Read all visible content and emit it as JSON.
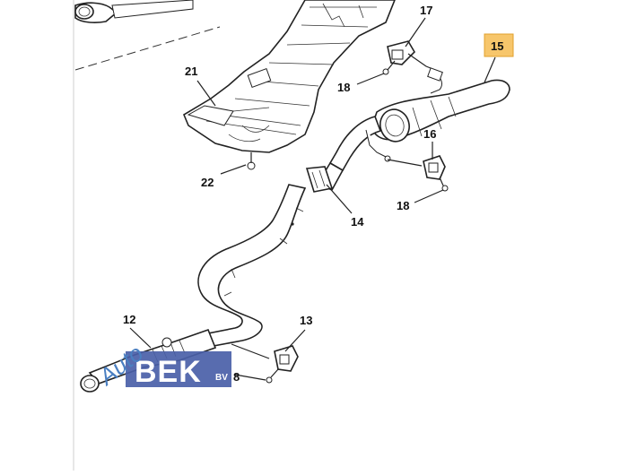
{
  "diagram": {
    "callouts": [
      {
        "id": "c17",
        "label": "17"
      },
      {
        "id": "c15",
        "label": "15"
      },
      {
        "id": "c21",
        "label": "21"
      },
      {
        "id": "c18a",
        "label": "18"
      },
      {
        "id": "c16",
        "label": "16"
      },
      {
        "id": "c22",
        "label": "22"
      },
      {
        "id": "c18b",
        "label": "18"
      },
      {
        "id": "c14",
        "label": "14"
      },
      {
        "id": "c12",
        "label": "12"
      },
      {
        "id": "c13",
        "label": "13"
      },
      {
        "id": "c18c",
        "label": "8"
      }
    ],
    "highlight": {
      "label": "15",
      "fill": "#f7c66b",
      "stroke": "#e0a02c"
    }
  },
  "watermark": {
    "script": "Auto",
    "brand": "BEK",
    "suffix": "BV",
    "script_color": "#4a7fc1",
    "box_color": "#4a5fa8"
  }
}
